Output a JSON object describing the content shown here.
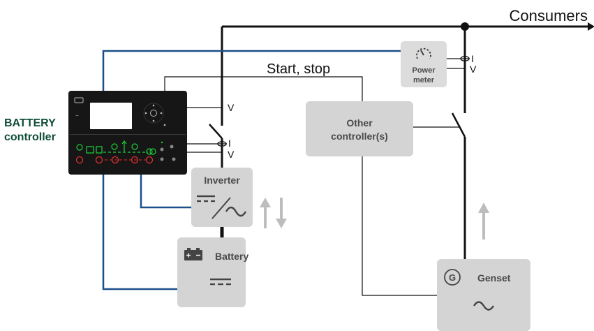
{
  "consumers_label": "Consumers",
  "start_stop_label": "Start, stop",
  "battery_controller": {
    "line1": "BATTERY",
    "line2": "controller"
  },
  "power_meter": {
    "line1": "Power",
    "line2": "meter"
  },
  "other_controllers": {
    "line1": "Other",
    "line2": "controller(s)"
  },
  "inverter_label": "Inverter",
  "battery_label": "Battery",
  "genset_label": "Genset",
  "genset_symbol": "G",
  "measure_labels": {
    "current": "I",
    "voltage": "V"
  },
  "controller_keypad": {
    "minus_symbol": "−",
    "plus_symbol": "+"
  },
  "colors": {
    "wire": "#111111",
    "comm_line": "#1b4f8a",
    "box_fill": "#d4d4d4",
    "power_meter_fill": "#dcdcdc",
    "arrow": "#bdbdbd",
    "controller_body": "#161616",
    "controller_led_green": "#1fd13a",
    "controller_led_red": "#e03030",
    "title_green": "#0f4c3a"
  },
  "icons": [
    "gauge-icon",
    "battery-icon",
    "dc-symbol-icon",
    "ac-wave-icon",
    "generator-icon",
    "arrow-up-icon",
    "arrow-down-icon"
  ]
}
